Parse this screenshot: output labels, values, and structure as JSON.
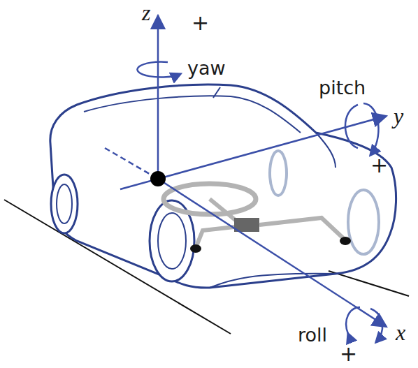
{
  "diagram": {
    "labels": [
      "z",
      "+",
      "yaw",
      "pitch",
      "y",
      "+",
      "x",
      "roll",
      "+"
    ]
  }
}
